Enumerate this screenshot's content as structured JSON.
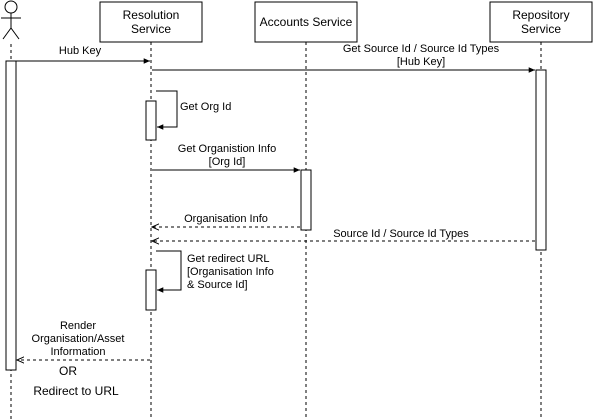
{
  "participants": {
    "resolution_line1": "Resolution",
    "resolution_line2": "Service",
    "accounts": "Accounts Service",
    "repository_line1": "Repository",
    "repository_line2": "Service"
  },
  "messages": {
    "hub_key": "Hub Key",
    "get_source_line1": "Get Source Id / Source Id Types",
    "get_source_line2": "[Hub Key]",
    "get_org_id": "Get Org Id",
    "get_org_info_line1": "Get Organistion Info",
    "get_org_info_line2": "[Org Id]",
    "org_info_return": "Organisation Info",
    "source_return": "Source Id / Source Id Types",
    "redirect_line1": "Get redirect URL",
    "redirect_line2": "[Organisation Info",
    "redirect_line3": "& Source Id]",
    "render_line1": "Render",
    "render_line2": "Organisation/Asset",
    "render_line3": "Information",
    "or_text": "OR",
    "redirect_to_url": "Redirect to URL"
  }
}
